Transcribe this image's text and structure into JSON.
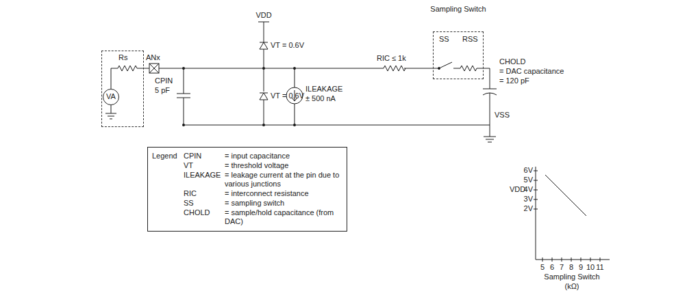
{
  "diagram": {
    "nodes": [
      {
        "text": [
          "Rs"
        ]
      },
      {
        "text": [
          "VA"
        ],
        "in": 0
      },
      {
        "text": [
          "Sampling Switch",
          "SS",
          "RSS"
        ]
      },
      {
        "text": [
          "Legend",
          "CPIN",
          "= input capacitance",
          "VT",
          "= threshold voltage",
          "ILEAKAGE",
          "= leakage current at the pin due to various junctions",
          "RIC",
          "= interconnect resistance",
          "SS",
          "= sampling switch",
          "CHOLD",
          "= sample/hold capacitance (from DAC)"
        ]
      }
    ],
    "labels": [
      "ANx",
      "CPIN",
      "5 pF",
      "VDD",
      "VT = 0.6V",
      "VT = 0.6V",
      "ILEAKAGE",
      "± 500 nA",
      "RIC ≤ 1k",
      "CHOLD",
      "= DAC capacitance",
      "= 120 pF",
      "VSS",
      "VDD",
      "6V",
      "5V",
      "4V",
      "3V",
      "2V",
      "5",
      "6",
      "7",
      "8",
      "9",
      "10",
      "11",
      "Sampling Switch",
      "(kΩ)"
    ]
  }
}
